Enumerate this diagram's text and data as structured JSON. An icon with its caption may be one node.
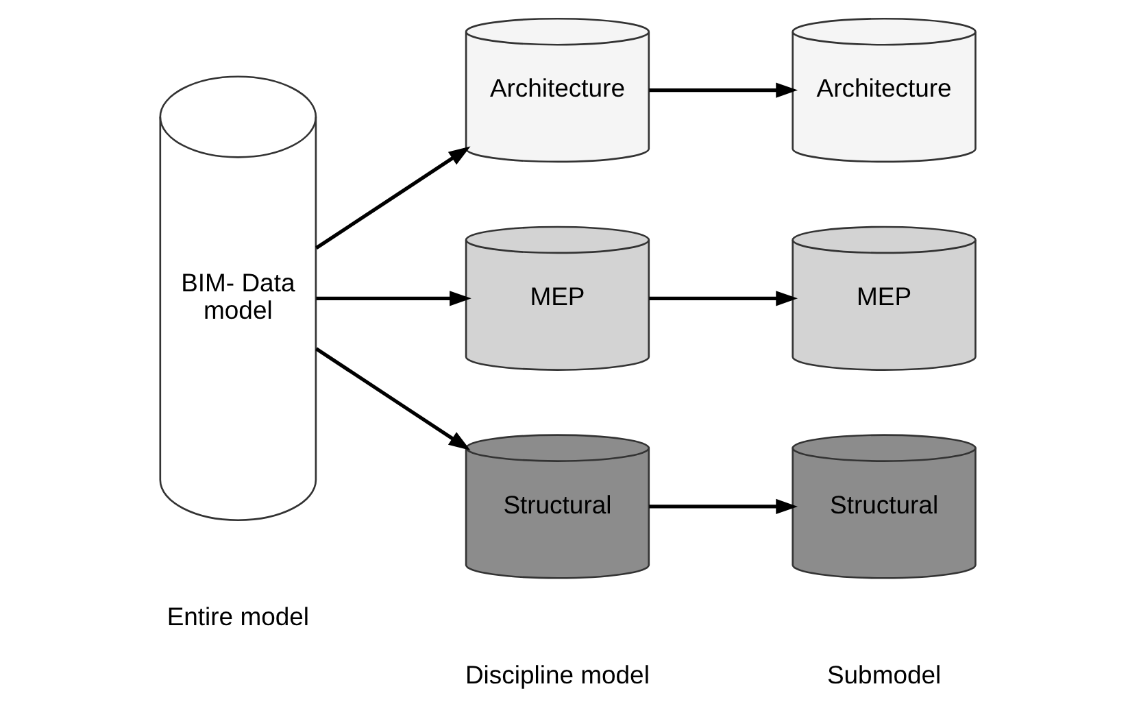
{
  "diagram": {
    "nodes": [
      {
        "text": [
          "BIM- Data model"
        ]
      },
      {
        "text": [
          "Architecture"
        ]
      },
      {
        "text": [
          "MEP"
        ]
      },
      {
        "text": [
          "Structural"
        ]
      },
      {
        "text": [
          "Architecture"
        ]
      },
      {
        "text": [
          "MEP"
        ]
      },
      {
        "text": [
          "Structural"
        ]
      }
    ],
    "edges": [
      {
        "from": 0,
        "to": 1,
        "arrow": "to"
      },
      {
        "from": 0,
        "to": 2,
        "arrow": "to"
      },
      {
        "from": 0,
        "to": 3,
        "arrow": "to"
      },
      {
        "from": 1,
        "to": 4,
        "arrow": "to"
      },
      {
        "from": 2,
        "to": 5,
        "arrow": "to"
      },
      {
        "from": 3,
        "to": 6,
        "arrow": "to"
      }
    ],
    "labels": [
      "Entire model",
      "Discipline model",
      "Submodel"
    ]
  }
}
